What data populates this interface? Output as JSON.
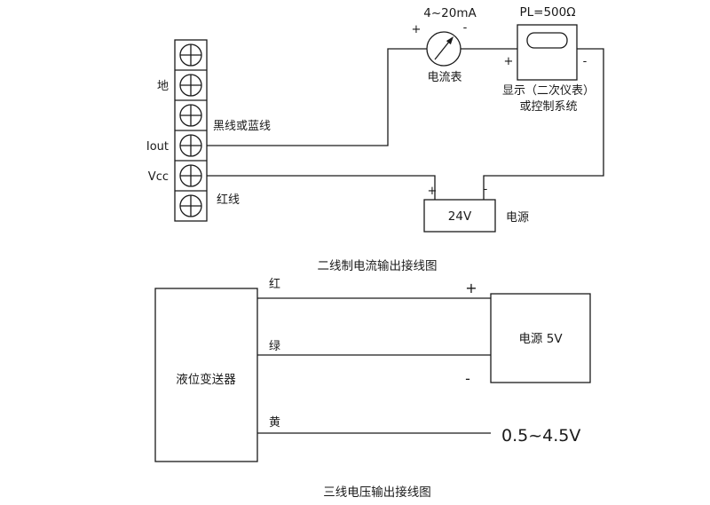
{
  "symbols": {
    "plus": "+",
    "minus": "-"
  },
  "colors": {
    "line": "#1a1a1a",
    "background": "#ffffff"
  },
  "top_diagram": {
    "caption": "二线制电流输出接线图",
    "terminals": {
      "ground": "地",
      "iout": "Iout",
      "vcc": "Vcc"
    },
    "wires": {
      "black_or_blue": "黑线或蓝线",
      "red": "红线"
    },
    "ammeter": {
      "range": "4~20mA",
      "name": "电流表"
    },
    "load": {
      "title": "PL=500Ω",
      "desc_line1": "显示（二次仪表）",
      "desc_line2": "或控制系统"
    },
    "power": {
      "value": "24V",
      "name": "电源"
    }
  },
  "bottom_diagram": {
    "caption": "三线电压输出接线图",
    "transmitter": "液位变送器",
    "wires": {
      "red": "红",
      "green": "绿",
      "yellow": "黄"
    },
    "power": "电源 5V",
    "output": "0.5~4.5V"
  }
}
